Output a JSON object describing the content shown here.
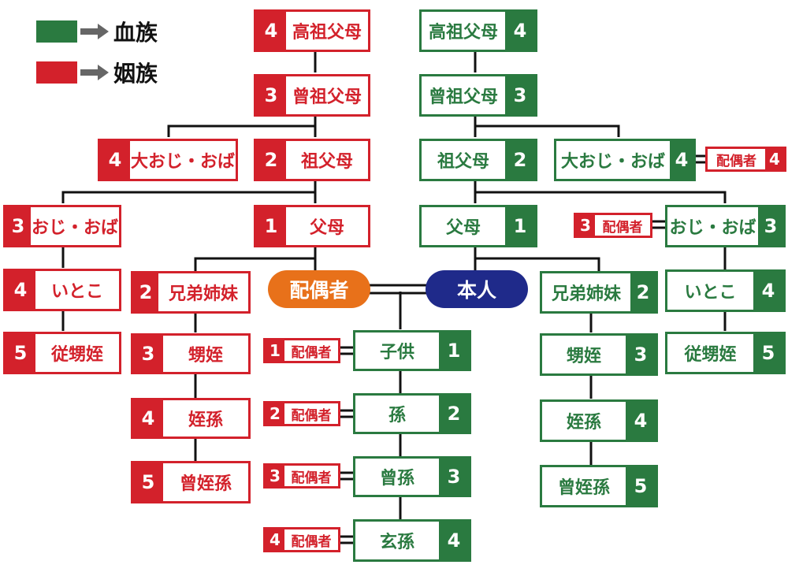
{
  "colors": {
    "blood": "#2a7a40",
    "inlaw": "#d3212b",
    "spouse": "#e8711a",
    "self": "#1f2a8a"
  },
  "legend": [
    {
      "color": "#2a7a40",
      "label": "血族"
    },
    {
      "color": "#d3212b",
      "label": "姻族"
    }
  ],
  "center": {
    "spouse": "配偶者",
    "self": "本人"
  },
  "inlaw_side": [
    {
      "degree": "4",
      "label": "高祖父母"
    },
    {
      "degree": "3",
      "label": "曾祖父母"
    },
    {
      "degree": "2",
      "label": "祖父母"
    },
    {
      "degree": "4",
      "label": "大おじ・おば"
    },
    {
      "degree": "1",
      "label": "父母"
    },
    {
      "degree": "3",
      "label": "おじ・おば"
    },
    {
      "degree": "4",
      "label": "いとこ"
    },
    {
      "degree": "5",
      "label": "従甥姪"
    },
    {
      "degree": "2",
      "label": "兄弟姉妹"
    },
    {
      "degree": "3",
      "label": "甥姪"
    },
    {
      "degree": "4",
      "label": "姪孫"
    },
    {
      "degree": "5",
      "label": "曾姪孫"
    }
  ],
  "blood_side": [
    {
      "degree": "4",
      "label": "高祖父母"
    },
    {
      "degree": "3",
      "label": "曾祖父母"
    },
    {
      "degree": "2",
      "label": "祖父母"
    },
    {
      "degree": "4",
      "label": "大おじ・おば"
    },
    {
      "degree": "1",
      "label": "父母"
    },
    {
      "degree": "3",
      "label": "おじ・おば"
    },
    {
      "degree": "4",
      "label": "いとこ"
    },
    {
      "degree": "5",
      "label": "従甥姪"
    },
    {
      "degree": "2",
      "label": "兄弟姉妹"
    },
    {
      "degree": "3",
      "label": "甥姪"
    },
    {
      "degree": "4",
      "label": "姪孫"
    },
    {
      "degree": "5",
      "label": "曾姪孫"
    }
  ],
  "descendants": [
    {
      "degree": "1",
      "label": "子供"
    },
    {
      "degree": "2",
      "label": "孫"
    },
    {
      "degree": "3",
      "label": "曾孫"
    },
    {
      "degree": "4",
      "label": "玄孫"
    }
  ],
  "spouse_tags": [
    {
      "degree": "4",
      "label": "配偶者"
    },
    {
      "degree": "3",
      "label": "配偶者"
    },
    {
      "degree": "1",
      "label": "配偶者"
    },
    {
      "degree": "2",
      "label": "配偶者"
    },
    {
      "degree": "3",
      "label": "配偶者"
    },
    {
      "degree": "4",
      "label": "配偶者"
    }
  ]
}
